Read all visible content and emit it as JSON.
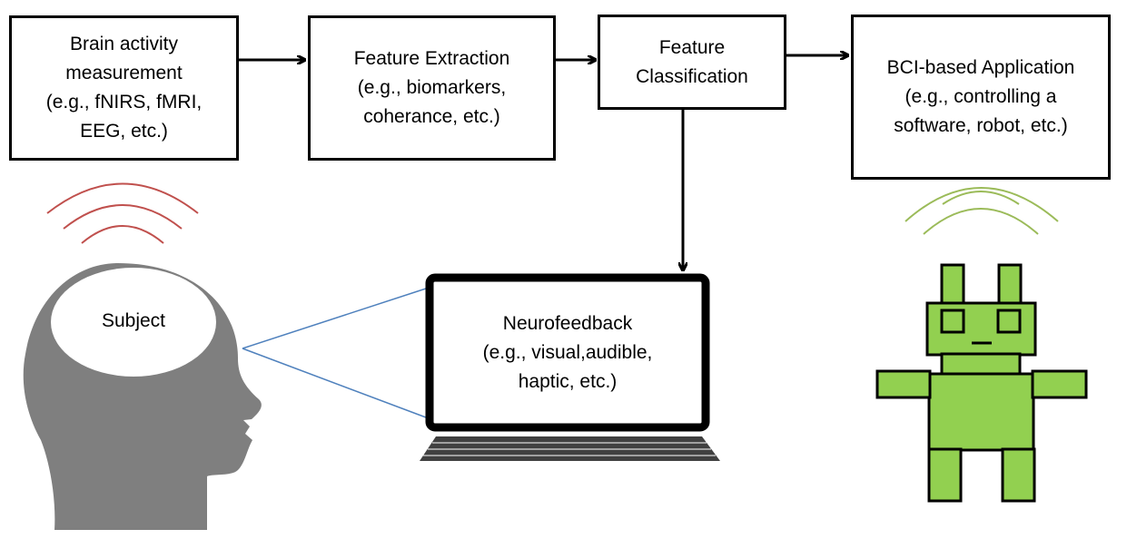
{
  "boxes": {
    "brain": {
      "lines": [
        "Brain activity",
        "measurement",
        "(e.g., fNIRS, fMRI,",
        "EEG, etc.)"
      ]
    },
    "extraction": {
      "lines": [
        "Feature Extraction",
        "(e.g., biomarkers,",
        "coherance, etc.)"
      ]
    },
    "classification": {
      "lines": [
        "Feature",
        "Classification"
      ]
    },
    "application": {
      "lines": [
        "BCI-based Application",
        "(e.g., controlling a",
        "software, robot, etc.)"
      ]
    }
  },
  "subject": {
    "label": "Subject"
  },
  "neurofeedback": {
    "lines": [
      "Neurofeedback",
      "(e.g., visual,audible,",
      "haptic, etc.)"
    ]
  },
  "colors": {
    "head": "#7f7f7f",
    "brain_waves": "#c0504d",
    "robot_waves": "#9bbb59",
    "robot": "#92d050",
    "sight_lines": "#4f81bd",
    "laptop": "#000000",
    "keyboard": "#404040"
  }
}
